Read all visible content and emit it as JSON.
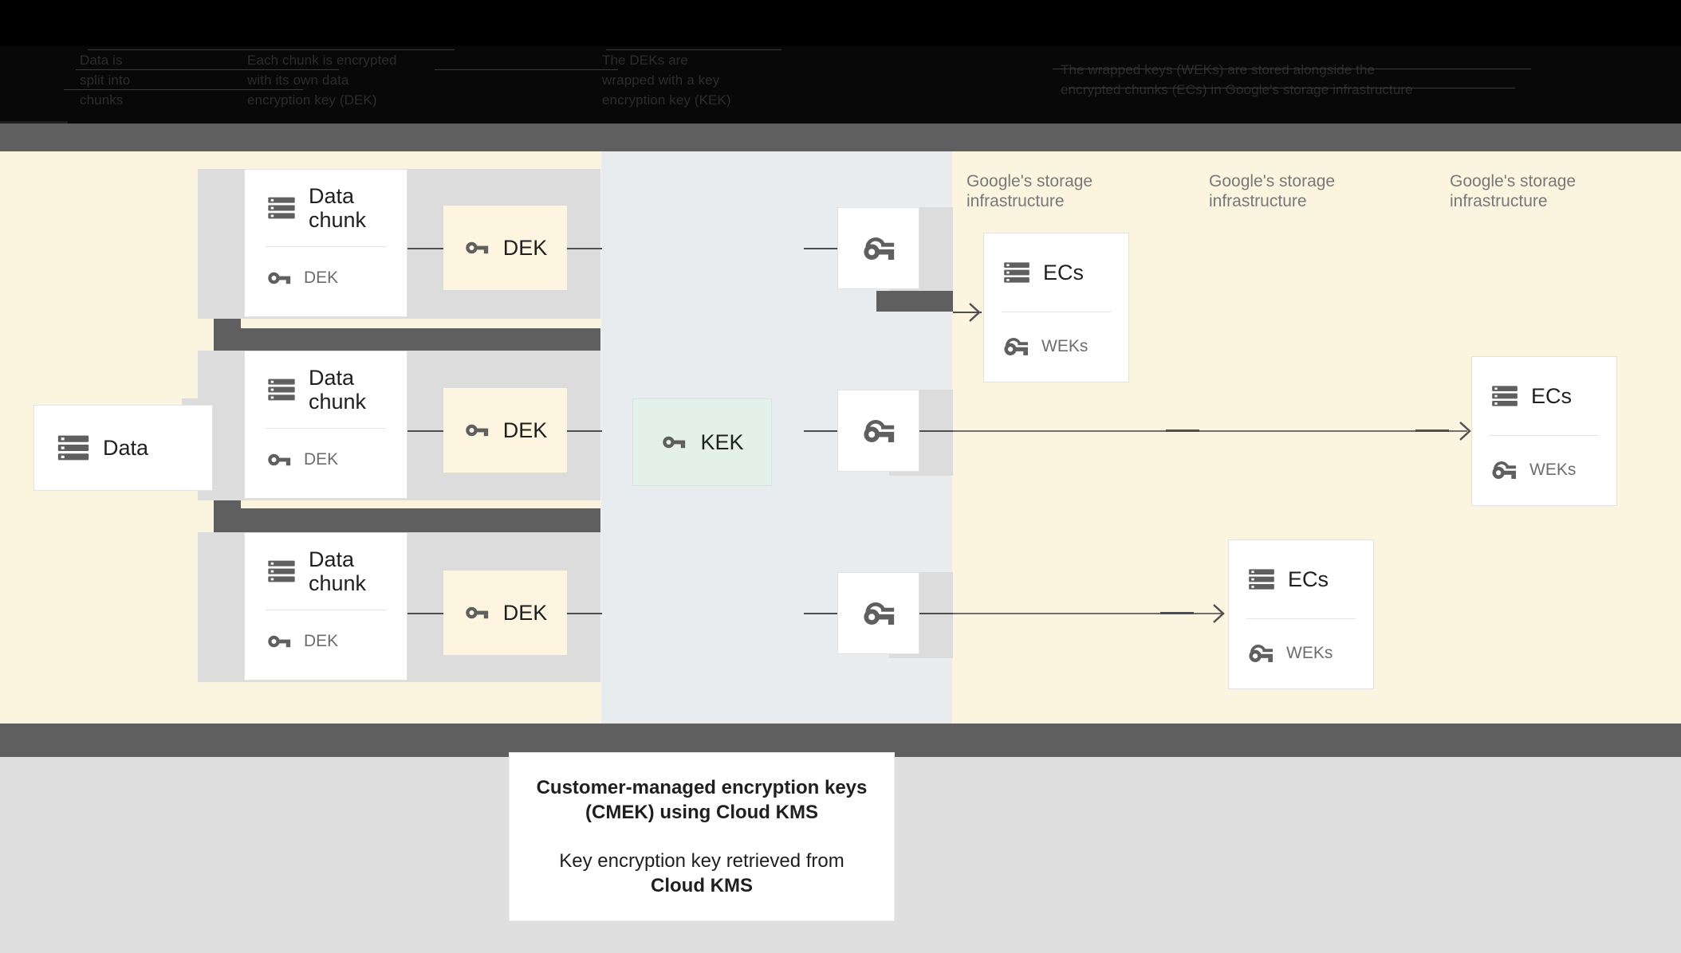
{
  "header": {
    "columns": [
      {
        "lines": [
          "Data is",
          "split into",
          "chunks"
        ]
      },
      {
        "lines": [
          "Each chunk is encrypted",
          "with its own data",
          "encryption key (DEK)"
        ]
      },
      {
        "lines": [
          "The DEKs are",
          "wrapped with a key",
          "encryption key (KEK)"
        ]
      },
      {
        "lines": [
          "The wrapped keys (WEKs) are stored alongside the",
          "encrypted chunks (ECs) in Google's storage infrastructure"
        ]
      }
    ]
  },
  "diagram": {
    "source": {
      "label": "Data",
      "icon": "storage-icon"
    },
    "chunks": [
      {
        "title_line1": "Data",
        "title_line2": "chunk",
        "key_label": "DEK",
        "icon": "storage-icon",
        "key_icon": "key-icon"
      },
      {
        "title_line1": "Data",
        "title_line2": "chunk",
        "key_label": "DEK",
        "icon": "storage-icon",
        "key_icon": "key-icon"
      },
      {
        "title_line1": "Data",
        "title_line2": "chunk",
        "key_label": "DEK",
        "icon": "storage-icon",
        "key_icon": "key-icon"
      }
    ],
    "deks": [
      {
        "label": "DEK",
        "icon": "key-icon"
      },
      {
        "label": "DEK",
        "icon": "key-icon"
      },
      {
        "label": "DEK",
        "icon": "key-icon"
      }
    ],
    "kek": {
      "label": "KEK",
      "icon": "key-icon"
    },
    "weks": [
      {
        "icon": "wrapped-key-icon"
      },
      {
        "icon": "wrapped-key-icon"
      },
      {
        "icon": "wrapped-key-icon"
      }
    ],
    "storage_labels": [
      {
        "line1": "Google's storage",
        "line2": "infrastructure"
      },
      {
        "line1": "Google's storage",
        "line2": "infrastructure"
      },
      {
        "line1": "Google's storage",
        "line2": "infrastructure"
      }
    ],
    "ec_cards": [
      {
        "title": "ECs",
        "key_label": "WEKs",
        "icon": "storage-icon",
        "key_icon": "wrapped-key-icon"
      },
      {
        "title": "ECs",
        "key_label": "WEKs",
        "icon": "storage-icon",
        "key_icon": "wrapped-key-icon"
      },
      {
        "title": "ECs",
        "key_label": "WEKs",
        "icon": "storage-icon",
        "key_icon": "wrapped-key-icon"
      }
    ]
  },
  "caption": {
    "title_line1": "Customer-managed encryption keys",
    "title_line2": "(CMEK) using Cloud KMS",
    "body_line1": "Key encryption key retrieved from",
    "body_line2": "Cloud KMS"
  },
  "colors": {
    "cream": "#fbf5e0",
    "mid_gray": "#e8ecee",
    "dark_gray": "#5f5f5f",
    "dek_fill": "#fdf5e0",
    "kek_fill": "#e4f1ea",
    "icon": "#5f5f5f",
    "bottom_gray": "#dfdfdf"
  }
}
